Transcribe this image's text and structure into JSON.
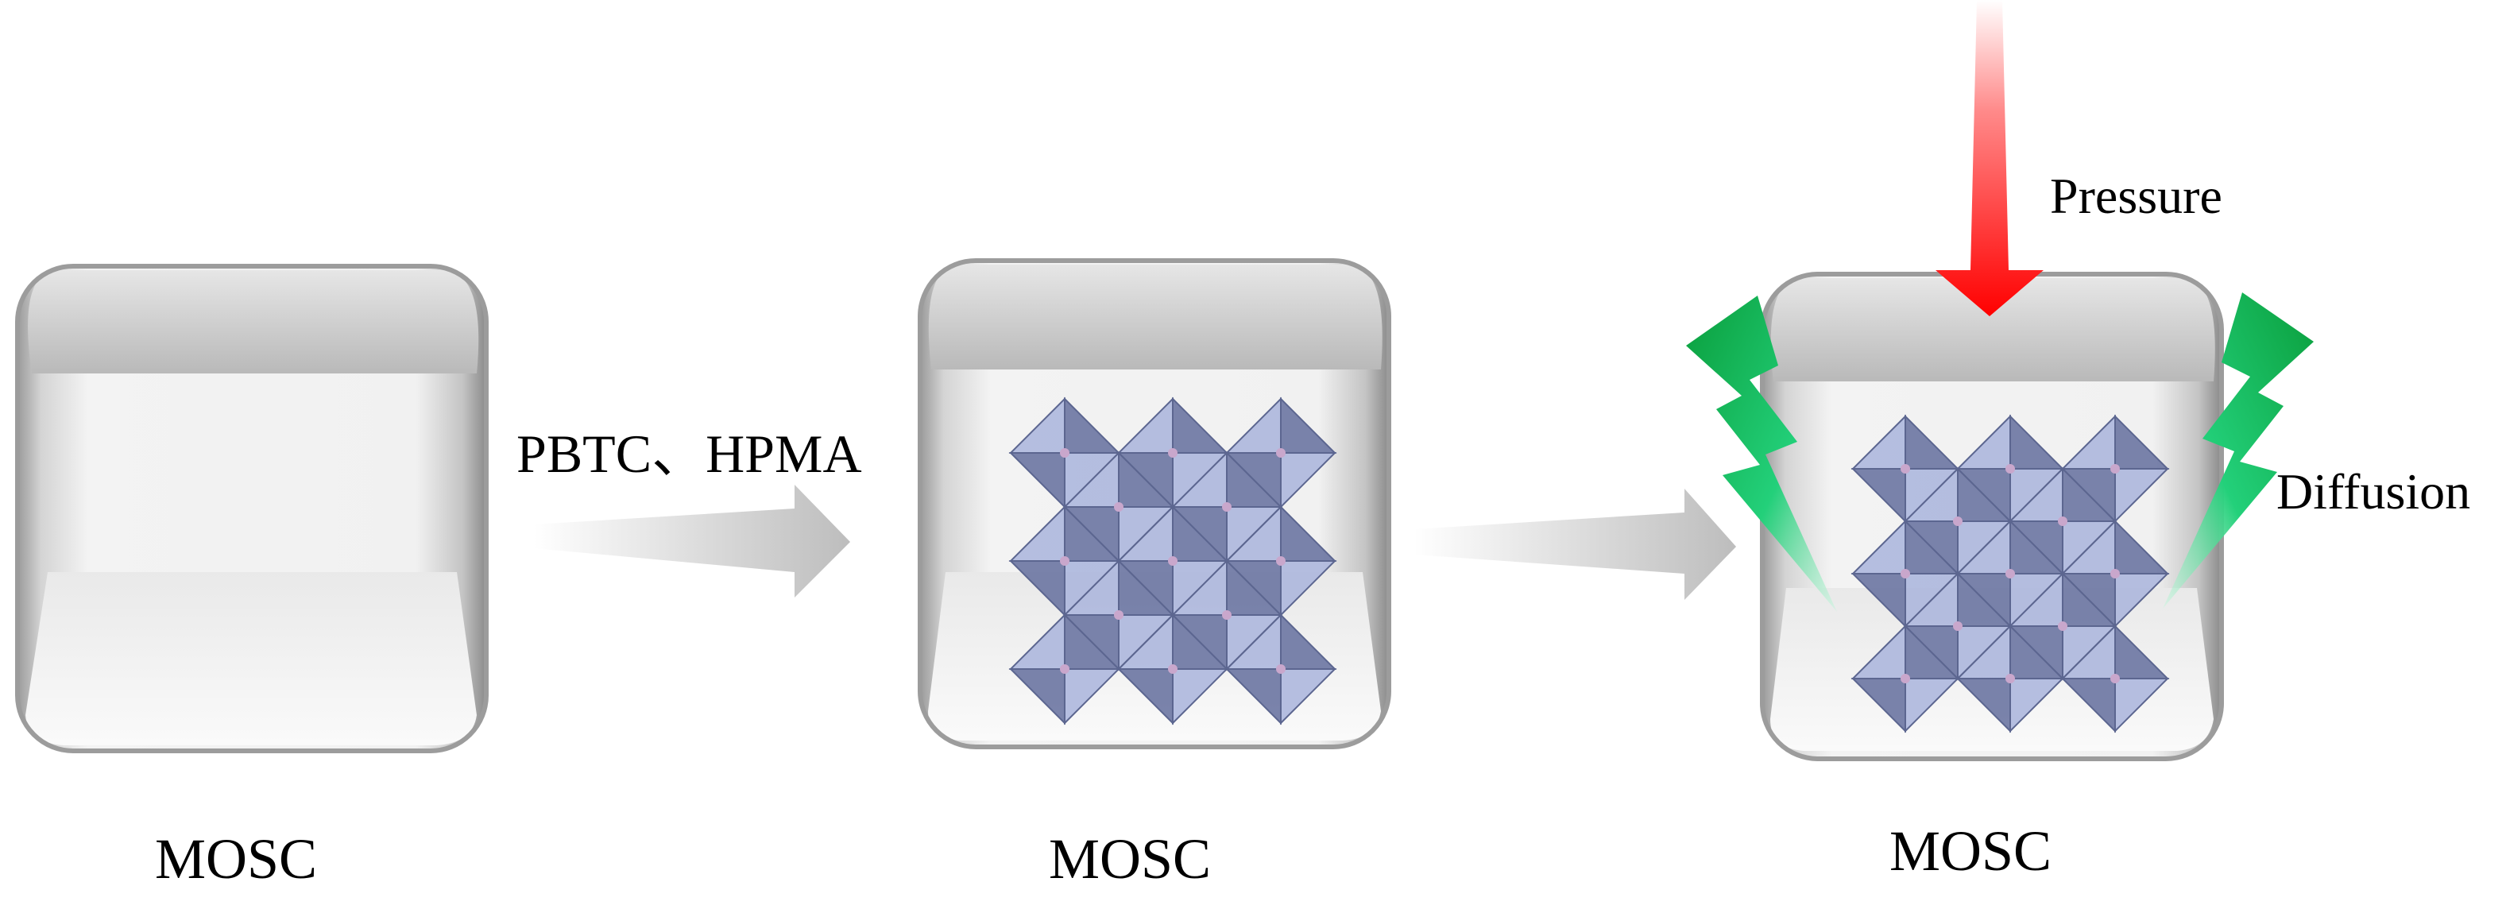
{
  "diagram": {
    "panels": [
      {
        "label": "MOSC",
        "contains_structure": false
      },
      {
        "label": "MOSC",
        "contains_structure": true
      },
      {
        "label": "MOSC",
        "contains_structure": true
      }
    ],
    "step1_arrow_label": "PBTC、HPMA",
    "pressure_label": "Pressure",
    "diffusion_label": "Diffusion"
  },
  "colors": {
    "container_glass": "#d6d6d6",
    "octahedron_face": "#a9b4dc",
    "octahedron_dark": "#6b75a2",
    "octahedron_node": "#c9a7cc",
    "process_arrow": "#c8c8c8",
    "pressure_arrow": "#ff0000",
    "diffusion_bolt": "#19c36e"
  },
  "icons": [
    "container-cube",
    "octahedral-lattice",
    "process-arrow",
    "pressure-arrow-icon",
    "diffusion-bolt-icon"
  ]
}
